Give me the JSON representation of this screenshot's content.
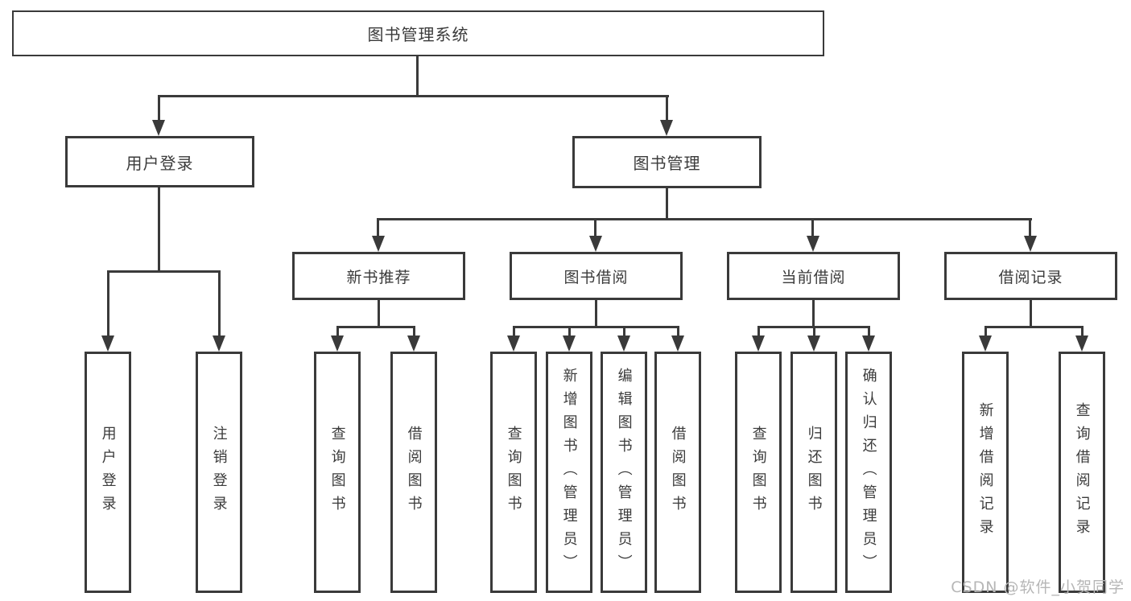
{
  "diagram": {
    "title_node": "图书管理系统",
    "root": {
      "label": "图书管理系统"
    },
    "branches": [
      {
        "label": "用户登录",
        "children": [
          {
            "label": "用户登录"
          },
          {
            "label": "注销登录"
          }
        ]
      },
      {
        "label": "图书管理",
        "children": [
          {
            "label": "新书推荐",
            "children": [
              {
                "label": "查询图书"
              },
              {
                "label": "借阅图书"
              }
            ]
          },
          {
            "label": "图书借阅",
            "children": [
              {
                "label": "查询图书"
              },
              {
                "label": "新增图书（管理员）"
              },
              {
                "label": "编辑图书（管理员）"
              },
              {
                "label": "借阅图书"
              }
            ]
          },
          {
            "label": "当前借阅",
            "children": [
              {
                "label": "查询图书"
              },
              {
                "label": "归还图书"
              },
              {
                "label": "确认归还（管理员）"
              }
            ]
          },
          {
            "label": "借阅记录",
            "children": [
              {
                "label": "新增借阅记录"
              },
              {
                "label": "查询借阅记录"
              }
            ]
          }
        ]
      }
    ]
  },
  "watermark": {
    "text": "CSDN @软件_小贺同学",
    "color": "#b6b6b6"
  },
  "colors": {
    "line": "#3a3a3a",
    "text": "#3b3b3b",
    "background": "#ffffff"
  }
}
